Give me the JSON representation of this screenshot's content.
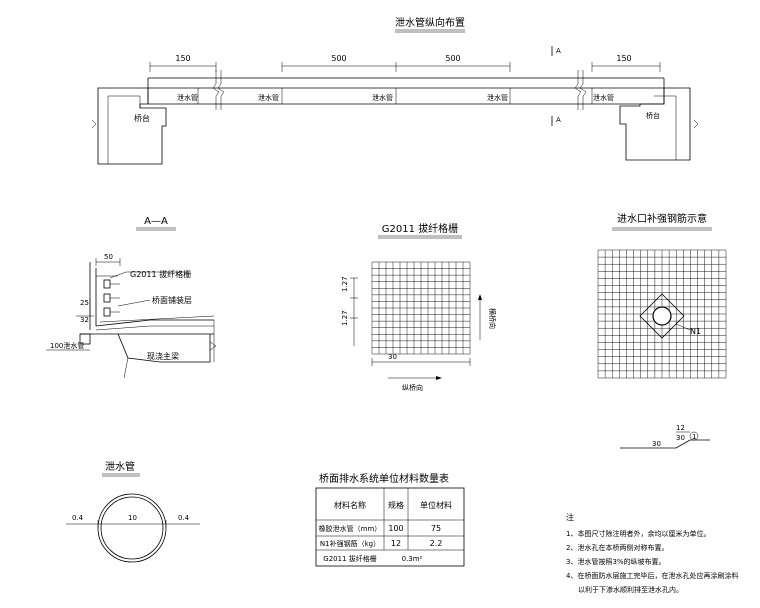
{
  "titles": {
    "longitudinal": "泄水管纵向布置",
    "section_aa": "A—A",
    "grille": "G2011 拔纤格栅",
    "inlet": "进水口补强钢筋示意",
    "pipe": "泄水管",
    "table": "桥面排水系统单位材料数量表",
    "notes": "注"
  },
  "longitudinal": {
    "dims": [
      "150",
      "500",
      "500",
      "150"
    ],
    "pipe_labels": [
      "泄水管",
      "泄水管",
      "泄水管",
      "泄水管",
      "泄水管"
    ],
    "abutment_labels": [
      "桥台",
      "桥台"
    ],
    "section_marks": [
      "A",
      "A"
    ]
  },
  "section_aa": {
    "dims": [
      "50",
      "25",
      "32"
    ],
    "labels": [
      "G2011 拔纤格栅",
      "桥面铺装层",
      "100泄水管",
      "现浇主梁"
    ]
  },
  "grille": {
    "dims": [
      "1.27",
      "1.27",
      "30"
    ],
    "arrows": [
      "纵桥向",
      "横桥向"
    ]
  },
  "inlet": {
    "rebar": "N1",
    "detail": [
      "12",
      "30",
      "1",
      "30"
    ]
  },
  "pipe_section": {
    "dims": [
      "0.4",
      "10",
      "0.4"
    ]
  },
  "table": {
    "headers": [
      "材料名称",
      "规格",
      "单位材料"
    ],
    "rows": [
      [
        "橡胶泄水管（mm）",
        "100",
        "75"
      ],
      [
        "N1补强钢筋（kg）",
        "12",
        "2.2"
      ],
      [
        "G2011 拔纤格栅",
        "0.3m²"
      ]
    ]
  },
  "notes": [
    "1、本图尺寸除注明者外，余均以厘米为单位。",
    "2、泄水孔在本桥两侧对称布置。",
    "3、泄水管按照3%的纵坡布置。",
    "4、在桥面防水层施工完毕后，在泄水孔处应再涂刷涂料",
    "以利于下渗水顺利排至泄水孔内。"
  ]
}
